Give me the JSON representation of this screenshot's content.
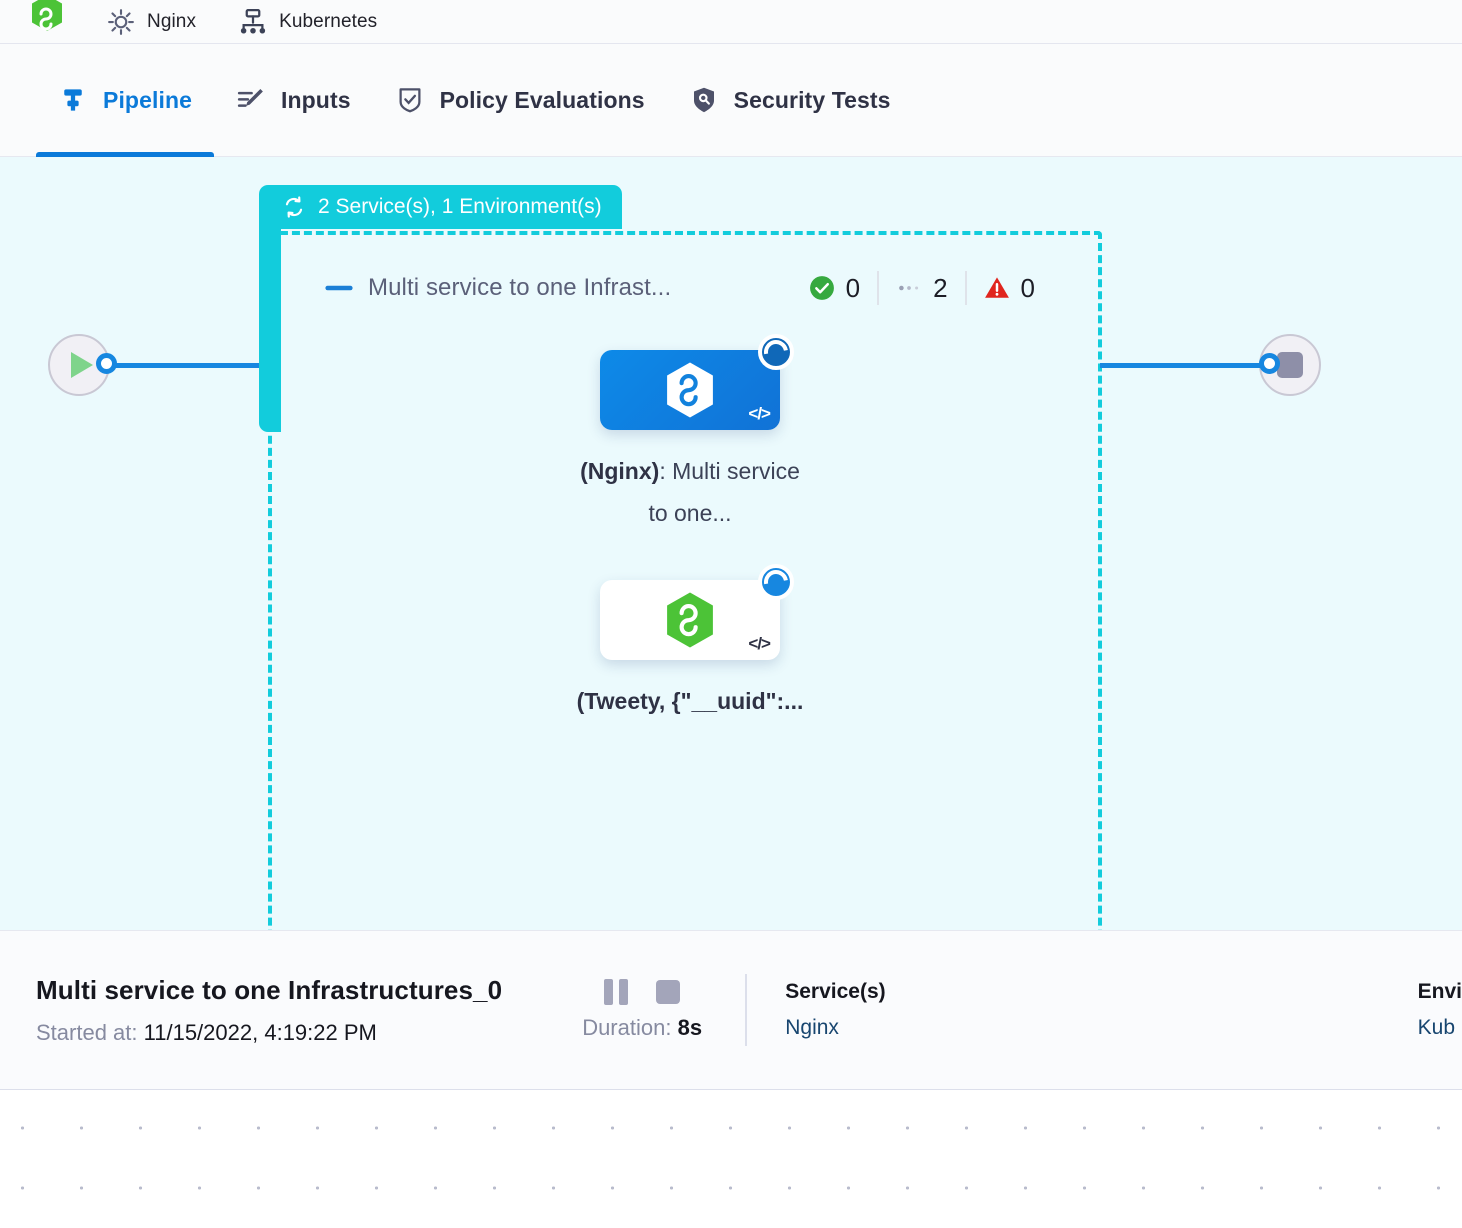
{
  "breadcrumbs": {
    "items": [
      {
        "icon": "green-hexagon-icon",
        "label": ""
      },
      {
        "icon": "gear-icon",
        "label": "Nginx"
      },
      {
        "icon": "kubernetes-icon",
        "label": "Kubernetes"
      }
    ]
  },
  "tabs": [
    {
      "id": "pipeline",
      "label": "Pipeline",
      "icon": "pipeline-icon",
      "active": true
    },
    {
      "id": "inputs",
      "label": "Inputs",
      "icon": "pencil-lines-icon",
      "active": false
    },
    {
      "id": "policy",
      "label": "Policy Evaluations",
      "icon": "shield-check-icon",
      "active": false
    },
    {
      "id": "security",
      "label": "Security Tests",
      "icon": "shield-scan-icon",
      "active": false
    }
  ],
  "graph": {
    "start_node": {
      "name": "start",
      "icon": "play-icon"
    },
    "end_node": {
      "name": "end",
      "icon": "stop-icon"
    },
    "group": {
      "badge_label": "2 Service(s), 1 Environment(s)",
      "badge_icon": "loop-repeat-icon",
      "badge_color": "#12ccdc",
      "border_color": "#12ccdc",
      "stage_title": "Multi service to one Infrast...",
      "collapse_icon": "minus-icon",
      "counters": [
        {
          "icon": "success-check-icon",
          "value": "0",
          "color": "#36a93f"
        },
        {
          "icon": "pending-dots-icon",
          "value": "2",
          "color": "#9aa0b4"
        },
        {
          "icon": "warning-triangle-icon",
          "value": "0",
          "color": "#e0251e"
        }
      ],
      "nodes": [
        {
          "id": "node-nginx",
          "card_style": "blue",
          "hex_color": "#ffffff",
          "status": "running",
          "code_icon": "code-brackets-icon",
          "label_bold": "(Nginx)",
          "label_rest": ": Multi service to one..."
        },
        {
          "id": "node-tweety",
          "card_style": "white",
          "hex_color": "#4cc337",
          "status": "running",
          "code_icon": "code-brackets-icon",
          "label_bold": "(Tweety, {\"__uuid\":...",
          "label_rest": ""
        }
      ]
    }
  },
  "detail": {
    "title": "Multi service to one Infrastructures_0",
    "started_label": "Started at:",
    "started_value": "11/15/2022, 4:19:22 PM",
    "pause_icon": "pause-icon",
    "stop_icon": "stop-icon",
    "duration_label": "Duration:",
    "duration_value": "8s",
    "services": {
      "heading": "Service(s)",
      "value": "Nginx"
    },
    "environments": {
      "heading": "Envi",
      "value": "Kub"
    }
  },
  "colors": {
    "accent_blue": "#1787e0",
    "cyan": "#12ccdc",
    "canvas_bg": "#ebfafd",
    "green": "#4cc337",
    "red": "#e0251e"
  }
}
